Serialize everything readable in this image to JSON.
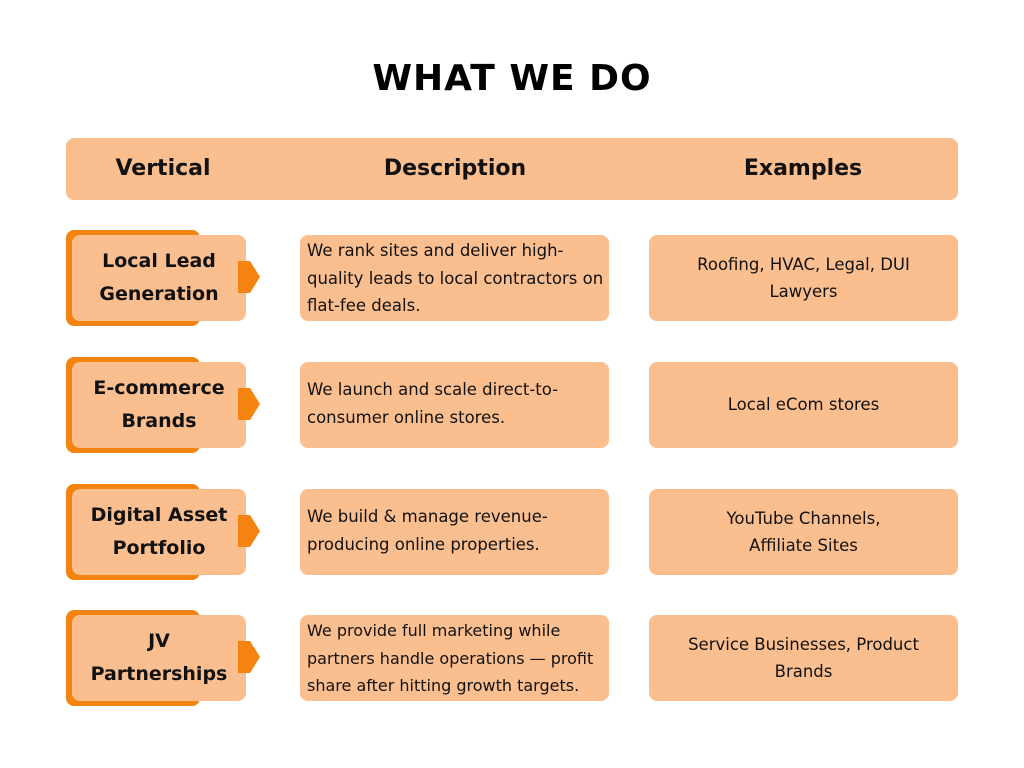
{
  "title": "WHAT WE DO",
  "header": {
    "vertical": "Vertical",
    "description": "Description",
    "examples": "Examples"
  },
  "colors": {
    "box_fill": "#fbbf8f",
    "accent_orange": "#f5830f"
  },
  "rows": [
    {
      "vertical": "Local Lead Generation",
      "description": "We rank sites and deliver high-quality leads to local contractors on flat-fee deals.",
      "examples": "Roofing, HVAC, Legal, DUI Lawyers"
    },
    {
      "vertical": "E-commerce Brands",
      "description": "We launch and scale direct-to-consumer online stores.",
      "examples": "Local eCom stores"
    },
    {
      "vertical": "Digital Asset Portfolio",
      "description": "We build & manage revenue-producing online properties.",
      "examples": "YouTube Channels, Affiliate Sites"
    },
    {
      "vertical": "JV Partnerships",
      "description": "We provide full marketing while partners handle operations — profit share after hitting growth targets.",
      "examples": "Service Businesses, Product Brands"
    }
  ]
}
